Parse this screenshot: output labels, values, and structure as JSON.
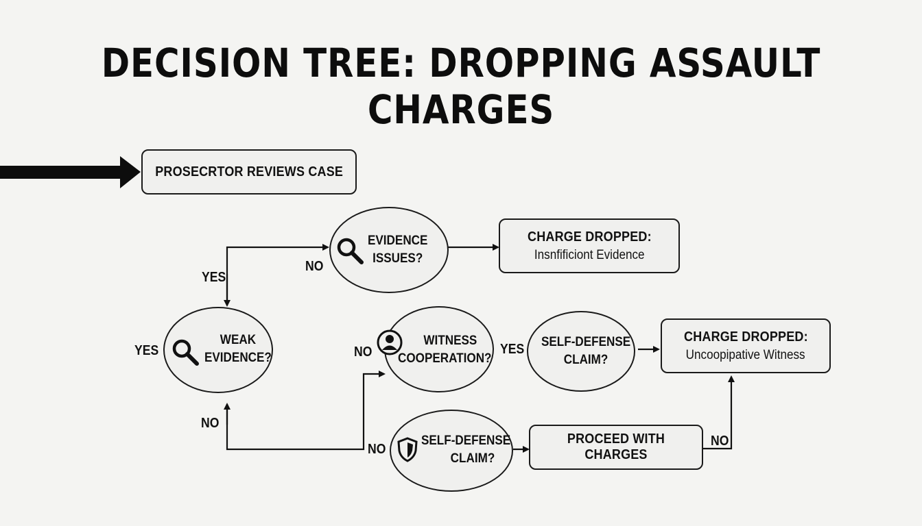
{
  "title": "DECISION TREE: DROPPING ASSAULT CHARGES",
  "nodes": {
    "start": "PROSECRTOR REVIEWS CASE",
    "evidence_issues": [
      "EVIDENCE",
      "ISSUES?"
    ],
    "dropped_insufficient": {
      "heading": "CHARGE DROPPED:",
      "detail": "Insnfificiont Evidence"
    },
    "weak_evidence": [
      "WEAK",
      "EVIDENCE?"
    ],
    "witness_cooperation": [
      "WITNESS",
      "COOPERATION?"
    ],
    "self_defense_upper": [
      "SELF-DEFENSE",
      "CLAIM?"
    ],
    "dropped_uncooperative": {
      "heading": "CHARGE DROPPED:",
      "detail": "Uncoopipative Witness"
    },
    "self_defense_lower": [
      "SELF-DEFENSE",
      "CLAIM?"
    ],
    "proceed": "PROCEED WITH CHARGES"
  },
  "edge_labels": {
    "yes_top": "YES",
    "no_top": "NO",
    "yes_left": "YES",
    "no_left": "NO",
    "no_witness": "NO",
    "yes_witness": "YES",
    "no_bottom": "NO",
    "no_proceed": "NO"
  },
  "icons": {
    "evidence_issues": "magnifier-icon",
    "weak_evidence": "magnifier-icon",
    "witness_cooperation": "person-icon",
    "self_defense_lower": "shield-icon"
  },
  "colors": {
    "background": "#f4f4f2",
    "stroke": "#1a1a1a",
    "node_fill": "#f0f0ee"
  }
}
